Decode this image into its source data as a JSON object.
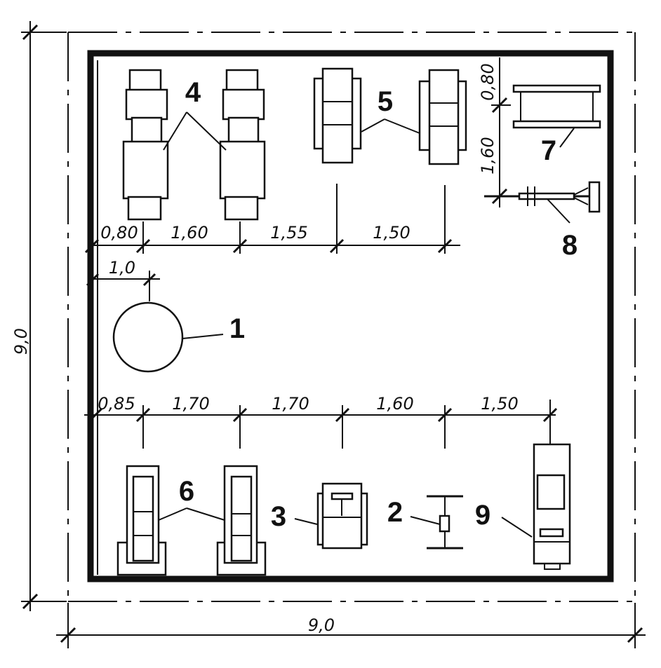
{
  "dimensions": {
    "overall_width": "9,0",
    "overall_height": "9,0",
    "row_top": [
      "0,80",
      "1,60",
      "1,55",
      "1,50"
    ],
    "circle_offset": "1,0",
    "row_bottom": [
      "0,85",
      "1,70",
      "1,70",
      "1,60",
      "1,50"
    ],
    "right_vertical": [
      "0,80",
      "1,60"
    ]
  },
  "callouts": {
    "c1": "1",
    "c2": "2",
    "c3": "3",
    "c4": "4",
    "c5": "5",
    "c6": "6",
    "c7": "7",
    "c8": "8",
    "c9": "9"
  }
}
